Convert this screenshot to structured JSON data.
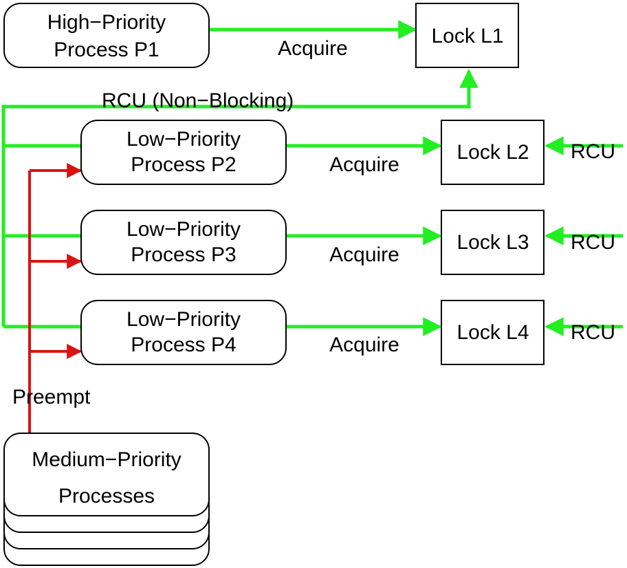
{
  "colors": {
    "rcu_line": "#22ee22",
    "preempt_line": "#dd1111",
    "box_stroke": "#000000",
    "background": "#ffffff"
  },
  "processes": {
    "p1": {
      "line1": "High−Priority",
      "line2": "Process P1"
    },
    "p2": {
      "line1": "Low−Priority",
      "line2": "Process P2"
    },
    "p3": {
      "line1": "Low−Priority",
      "line2": "Process P3"
    },
    "p4": {
      "line1": "Low−Priority",
      "line2": "Process P4"
    },
    "medium": {
      "line1": "Medium−Priority",
      "line2": "Processes"
    }
  },
  "locks": {
    "l1": "Lock L1",
    "l2": "Lock L2",
    "l3": "Lock L3",
    "l4": "Lock L4"
  },
  "edges": {
    "acquire_p1": "Acquire",
    "acquire_p2": "Acquire",
    "acquire_p3": "Acquire",
    "acquire_p4": "Acquire",
    "rcu_nonblocking": "RCU (Non−Blocking)",
    "rcu_l2": "RCU",
    "rcu_l3": "RCU",
    "rcu_l4": "RCU",
    "preempt": "Preempt"
  }
}
